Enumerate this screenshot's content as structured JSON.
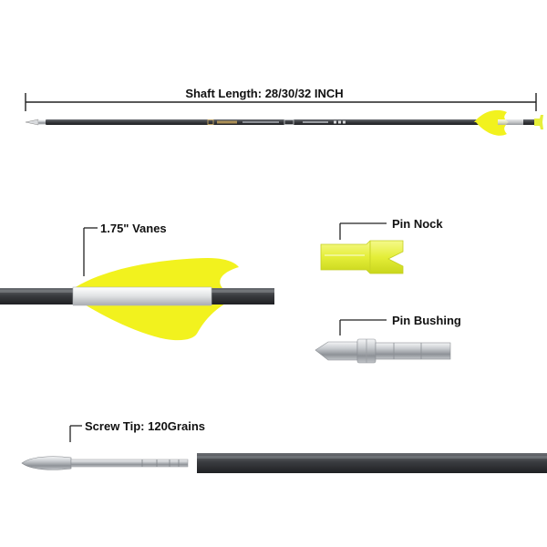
{
  "labels": {
    "shaft_length": "Shaft Length: 28/30/32 INCH",
    "vanes": "1.75\" Vanes",
    "pin_nock": "Pin Nock",
    "pin_bushing": "Pin Bushing",
    "screw_tip": "Screw Tip: 120Grains"
  },
  "colors": {
    "vane_yellow": "#f2f21e",
    "shaft_dark": "#3a3c40",
    "nock_yellow": "#e6ef3a",
    "metal": "#b9bcc0"
  },
  "icons": {
    "arrow": "full-arrow-illustration",
    "vane": "vane-closeup-illustration",
    "nock": "pin-nock-illustration",
    "bushing": "pin-bushing-illustration",
    "tip": "screw-tip-illustration"
  }
}
